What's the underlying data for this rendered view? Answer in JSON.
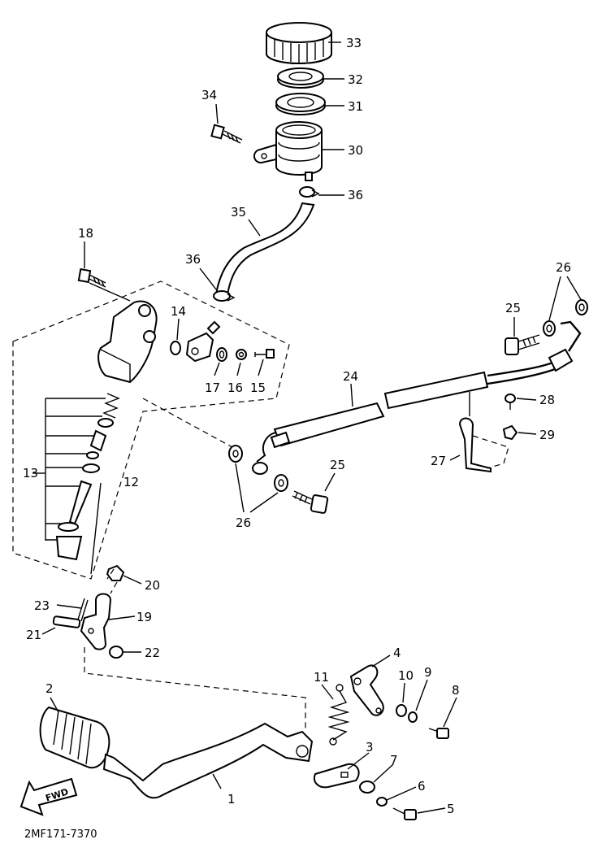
{
  "diagram": {
    "parts": [
      {
        "id": "p1",
        "label": "1"
      },
      {
        "id": "p2",
        "label": "2"
      },
      {
        "id": "p3",
        "label": "3"
      },
      {
        "id": "p4",
        "label": "4"
      },
      {
        "id": "p5",
        "label": "5"
      },
      {
        "id": "p6",
        "label": "6"
      },
      {
        "id": "p7",
        "label": "7"
      },
      {
        "id": "p8",
        "label": "8"
      },
      {
        "id": "p9",
        "label": "9"
      },
      {
        "id": "p10",
        "label": "10"
      },
      {
        "id": "p11",
        "label": "11"
      },
      {
        "id": "p12",
        "label": "12"
      },
      {
        "id": "p13",
        "label": "13"
      },
      {
        "id": "p14",
        "label": "14"
      },
      {
        "id": "p15",
        "label": "15"
      },
      {
        "id": "p16",
        "label": "16"
      },
      {
        "id": "p17",
        "label": "17"
      },
      {
        "id": "p18",
        "label": "18"
      },
      {
        "id": "p19",
        "label": "19"
      },
      {
        "id": "p20",
        "label": "20"
      },
      {
        "id": "p21",
        "label": "21"
      },
      {
        "id": "p22",
        "label": "22"
      },
      {
        "id": "p23",
        "label": "23"
      },
      {
        "id": "p24",
        "label": "24"
      },
      {
        "id": "p25a",
        "label": "25"
      },
      {
        "id": "p25b",
        "label": "25"
      },
      {
        "id": "p26a",
        "label": "26"
      },
      {
        "id": "p26b",
        "label": "26"
      },
      {
        "id": "p27",
        "label": "27"
      },
      {
        "id": "p28",
        "label": "28"
      },
      {
        "id": "p29",
        "label": "29"
      },
      {
        "id": "p30",
        "label": "30"
      },
      {
        "id": "p31",
        "label": "31"
      },
      {
        "id": "p32",
        "label": "32"
      },
      {
        "id": "p33",
        "label": "33"
      },
      {
        "id": "p34",
        "label": "34"
      },
      {
        "id": "p35",
        "label": "35"
      },
      {
        "id": "p36a",
        "label": "36"
      },
      {
        "id": "p36b",
        "label": "36"
      }
    ],
    "fwd_label": "FWD",
    "figure_code": "2MF171-7370"
  }
}
